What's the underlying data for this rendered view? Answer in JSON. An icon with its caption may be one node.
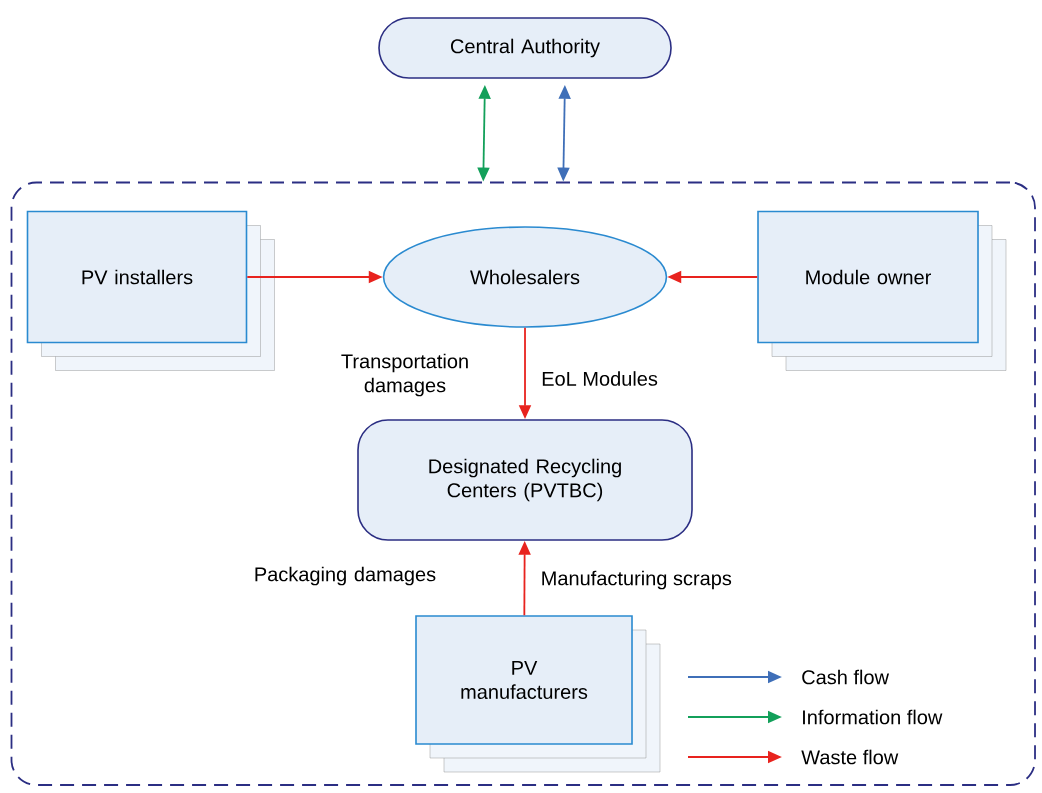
{
  "diagram": {
    "nodes": [
      {
        "text": [
          "Central Authority"
        ]
      },
      {
        "text": [],
        "shape": "box"
      },
      {
        "text": [
          "PV installers"
        ],
        "in": 1
      },
      {
        "text": [
          "Wholesalers"
        ],
        "in": 1
      },
      {
        "text": [
          "Module owner"
        ],
        "in": 1
      },
      {
        "text": [
          "Designated Recycling Centers (PVTBC)"
        ],
        "in": 1
      },
      {
        "text": [
          "PV manufacturers"
        ],
        "in": 1
      }
    ],
    "edges": [
      {
        "from": 0,
        "to": 1,
        "arrow": "both",
        "color": "#13a05a"
      },
      {
        "from": 0,
        "to": 1,
        "arrow": "both",
        "color": "#3f6fb8"
      },
      {
        "from": 2,
        "to": 3,
        "arrow": "to"
      },
      {
        "from": 4,
        "to": 3,
        "arrow": "to"
      },
      {
        "from": 3,
        "to": 5,
        "arrow": "to",
        "label": "EoL Modules"
      },
      {
        "from": 6,
        "to": 5,
        "arrow": "to",
        "label": "Manufacturing scraps"
      }
    ],
    "labels": [
      "Transportation damages",
      "Packaging damages"
    ],
    "legend": [
      {
        "text": "Cash flow",
        "color": "#3f6fb8"
      },
      {
        "text": "Information flow",
        "color": "#13a05a"
      },
      {
        "text": "Waste flow",
        "color": "#e8231e"
      }
    ]
  }
}
